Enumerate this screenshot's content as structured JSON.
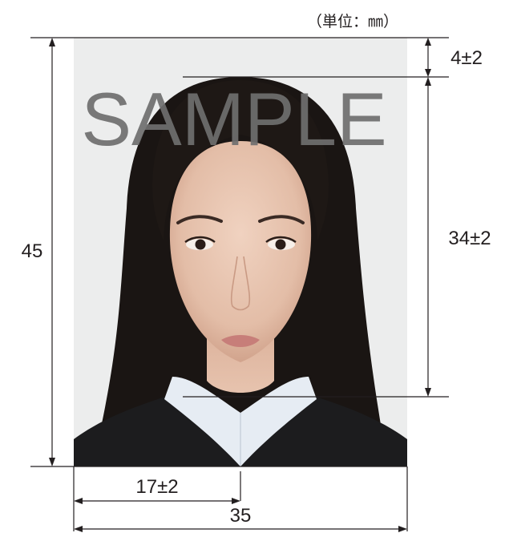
{
  "unit_label": "（単位：㎜）",
  "watermark": "SAMPLE",
  "dimensions": {
    "height_total": "45",
    "width_total": "35",
    "top_margin": "4±2",
    "face_height": "34±2",
    "center_offset": "17±2"
  },
  "photo": {
    "subject": "passport-style portrait",
    "background_color": "#eceded",
    "hair_color": "#1a1513",
    "skin_color": "#e8c6b2",
    "shirt_color": "#e6ecf3",
    "jacket_color": "#1c1c1e"
  }
}
